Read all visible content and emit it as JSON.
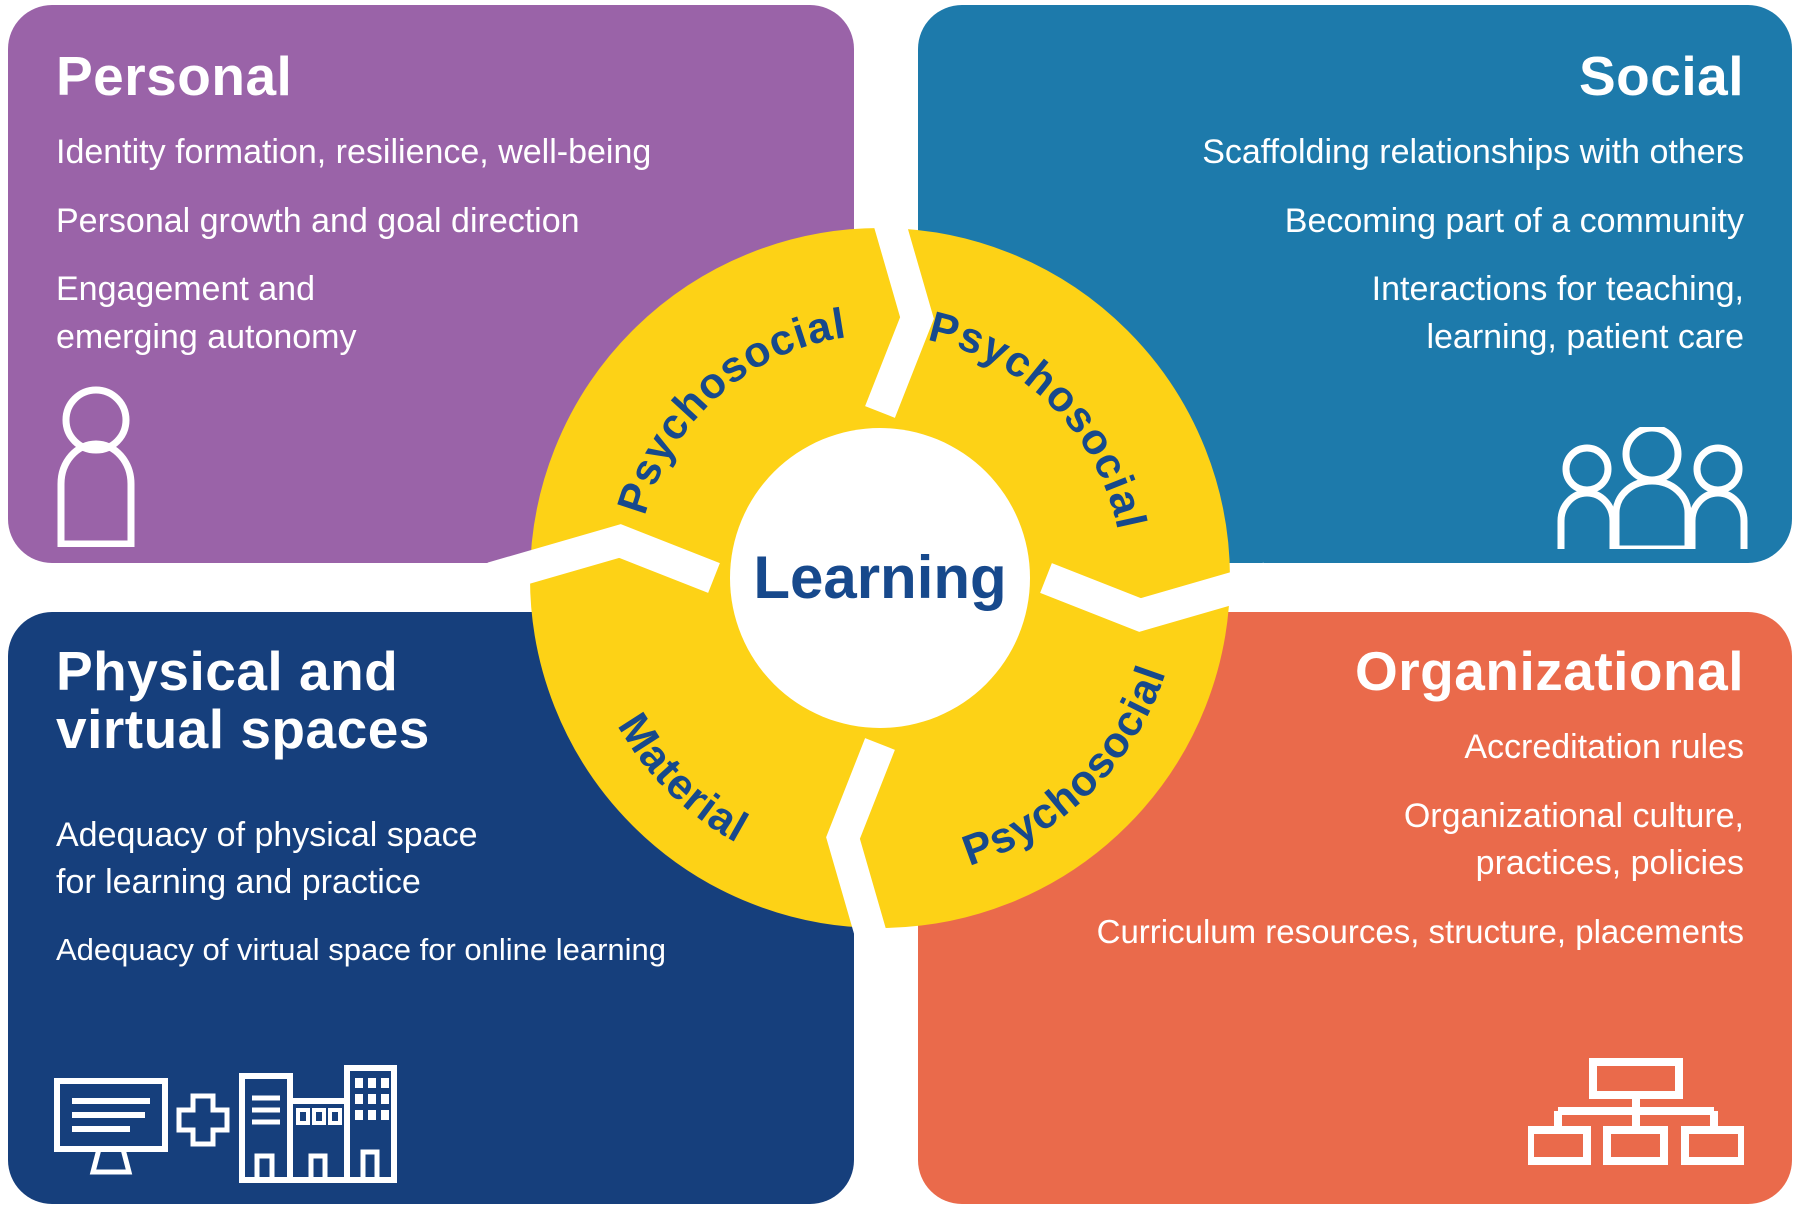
{
  "colors": {
    "personal_purple": "#9a63a8",
    "social_blue": "#1d7aab",
    "physical_navy": "#163f7c",
    "organizational_orange": "#ea6a4b",
    "ring_yellow": "#fdd216",
    "ring_text_blue": "#17498c",
    "panel_text": "#ffffff"
  },
  "panels": {
    "personal": {
      "title": "Personal",
      "lines": [
        "Identity formation, resilience, well-being",
        "Personal growth and goal direction",
        "Engagement and",
        "emerging autonomy"
      ],
      "icon": "person-icon"
    },
    "social": {
      "title": "Social",
      "lines": [
        "Scaffolding relationships with others",
        "Becoming part of a community",
        "Interactions for teaching,",
        "learning, patient care"
      ],
      "icon": "people-icon"
    },
    "physical": {
      "title_line1": "Physical and",
      "title_line2": "virtual spaces",
      "lines": [
        "Adequacy of physical space",
        "for learning and practice",
        "Adequacy of virtual space for online learning"
      ],
      "icon": "computer-plus-building-icon"
    },
    "organizational": {
      "title": "Organizational",
      "lines": [
        "Accreditation rules",
        "Organizational culture,",
        "practices, policies",
        "Curriculum resources, structure, placements"
      ],
      "icon": "org-chart-icon"
    }
  },
  "ring": {
    "center_label": "Learning",
    "segments": [
      {
        "position": "top-left",
        "label": "Psychosocial"
      },
      {
        "position": "top-right",
        "label": "Psychosocial"
      },
      {
        "position": "bottom-right",
        "label": "Psychosocial"
      },
      {
        "position": "bottom-left",
        "label": "Material"
      }
    ]
  }
}
